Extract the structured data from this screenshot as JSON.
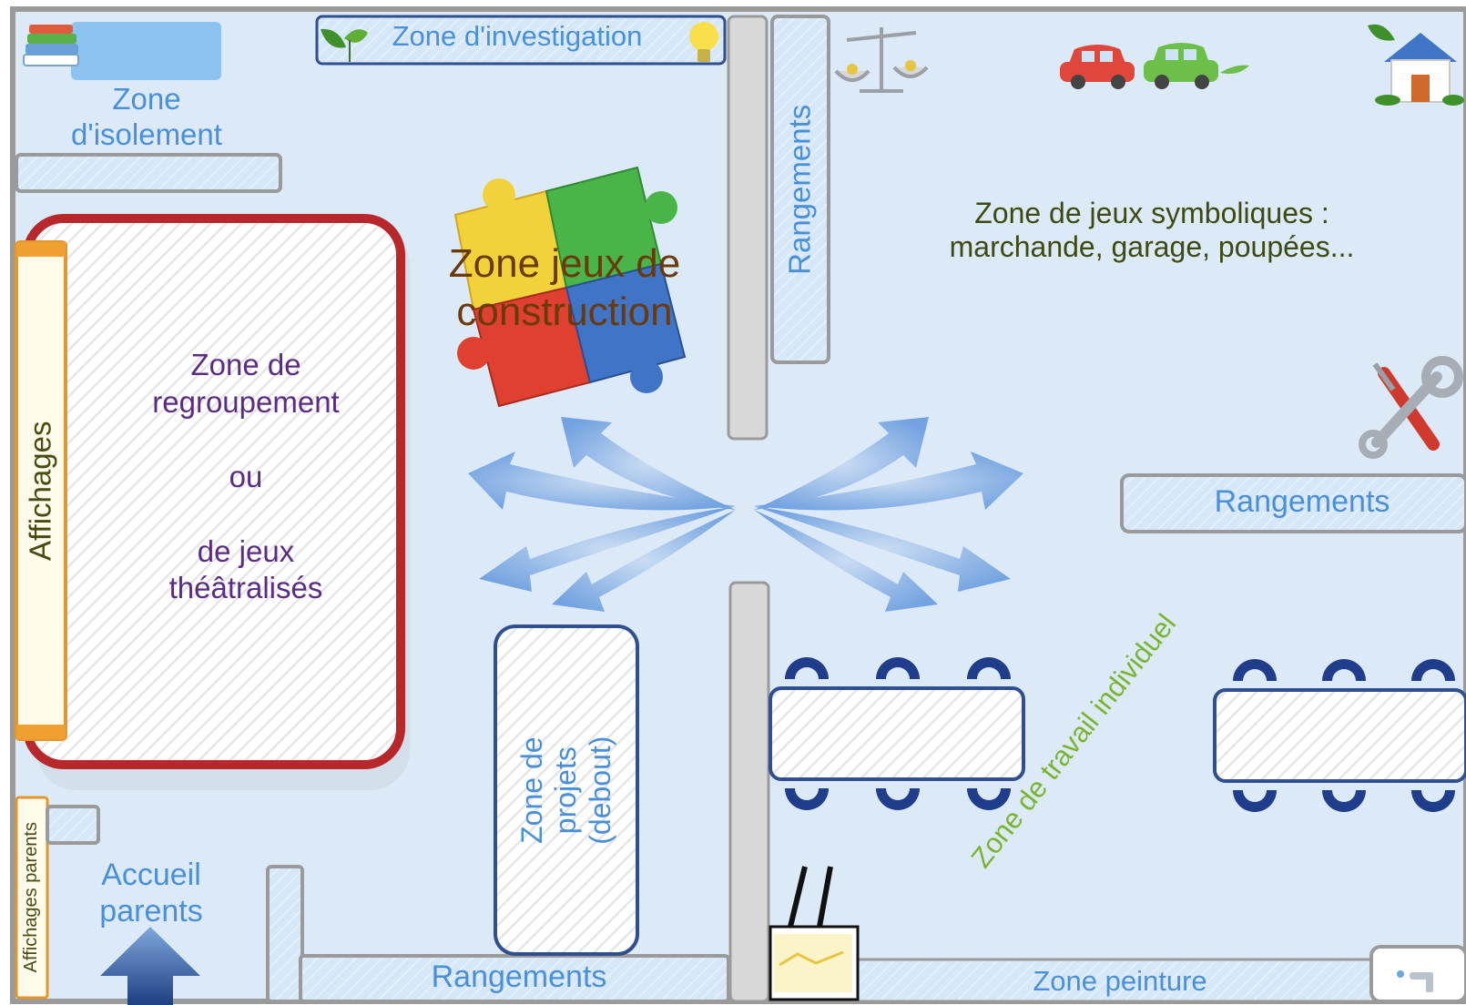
{
  "zones": {
    "isolement": "Zone\nd'isolement",
    "investigation": "Zone d'investigation",
    "construction": "Zone jeux de\nconstruction",
    "symboliques": "Zone de jeux symboliques :\nmarchande, garage, poupées...",
    "regroupement": "Zone de\nregroupement\n\nou\n\nde jeux\nthéâtralisés",
    "projets": "Zone de projets\n(debout)",
    "travail_individuel": "Zone de travail individuel",
    "peinture": "Zone peinture",
    "accueil_parents": "Accueil\nparents"
  },
  "storage": {
    "top_middle": "Rangements",
    "right": "Rangements",
    "bottom": "Rangements"
  },
  "displays": {
    "main": "Affichages",
    "parents": "Affichages parents"
  },
  "icons": [
    "books-icon",
    "leaf-icon",
    "lightbulb-icon",
    "balance-scale-icon",
    "red-car-icon",
    "green-car-icon",
    "house-icon",
    "tools-icon",
    "puzzle-icon",
    "easel-icon",
    "faucet-icon",
    "entrance-arrow-icon",
    "circulation-arrows-icon"
  ],
  "colors": {
    "floor": "#dce9f6",
    "wall": "#9a9a9a",
    "carpet_border": "#b8282a",
    "table_border": "#2f4f8e",
    "chair": "#1f3d8a",
    "storage": "#cfe3f7",
    "arrow": "#6d9fe0"
  }
}
